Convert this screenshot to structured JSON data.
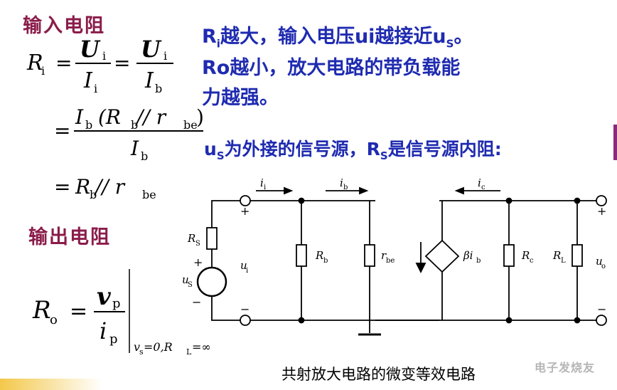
{
  "headings": {
    "input_resistance": "输入电阻",
    "output_resistance": "输出电阻"
  },
  "notes": {
    "ri_note": {
      "prefix": "R",
      "sub": "i",
      "mid": "越大，输入电压ui越接近u",
      "sub2": "S",
      "suffix": "。"
    },
    "ro_line1": "Ro越小，放大电路的带负载能",
    "ro_line2": "力越强。",
    "us_note": {
      "prefix": "u",
      "sub": "S",
      "mid": "为外接的信号源，R",
      "sub2": "S",
      "suffix": "是信号源内阻:"
    }
  },
  "formulas": {
    "ri_lhs": "R",
    "ri_lhs_sub": "i",
    "eq": "=",
    "u": "U",
    "u_sub": "i",
    "i_i": "I",
    "i_i_sub": "i",
    "i_b": "I",
    "i_b_sub": "b",
    "mid_num": "I",
    "mid_num_sub": "b",
    "mid_paren_open": "(R",
    "mid_rb_sub": "b",
    "parallel": " // r",
    "rbe_sub": "be",
    "paren_close": ")",
    "mid_den": "I",
    "mid_den_sub": "b",
    "final_r": "R",
    "final_r_sub": "b",
    "final_parallel": " // r",
    "final_rbe_sub": "be",
    "ro_lhs": "R",
    "ro_lhs_sub": "o",
    "vp": "v",
    "vp_sub": "p",
    "ip": "i",
    "ip_sub": "p",
    "cond_v": "v",
    "cond_v_sub": "s",
    "cond_mid": "=0,R",
    "cond_rl_sub": "L",
    "cond_end": "=∞"
  },
  "circuit": {
    "i_i": "i",
    "i_i_sub": "i",
    "i_b": "i",
    "i_b_sub": "b",
    "i_c": "i",
    "i_c_sub": "c",
    "Rs": "R",
    "Rs_sub": "S",
    "us": "u",
    "us_sub": "S",
    "ui": "u",
    "ui_sub": "i",
    "Rb": "R",
    "Rb_sub": "b",
    "rbe": "r",
    "rbe_sub": "be",
    "beta": "βi",
    "beta_sub": "b",
    "Rc": "R",
    "Rc_sub": "c",
    "RL": "R",
    "RL_sub": "L",
    "uo": "u",
    "uo_sub": "o",
    "plus": "+",
    "minus": "−"
  },
  "caption": "共射放大电路的微变等效电路",
  "watermark": "电子发烧友",
  "colors": {
    "heading": "#8a1c4a",
    "note": "#1f2bb0",
    "line": "#000000"
  }
}
